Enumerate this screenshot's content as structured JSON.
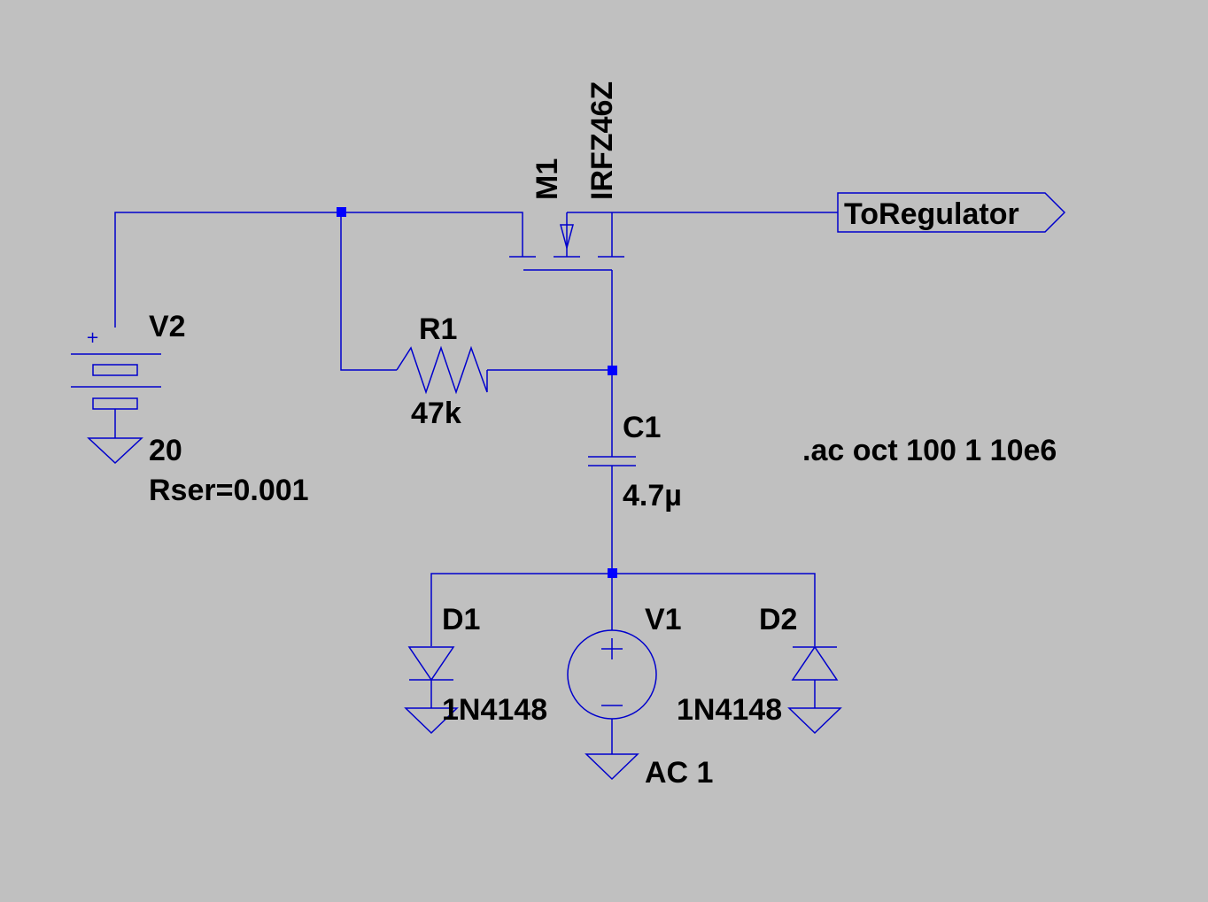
{
  "schematic": {
    "v2": {
      "name": "V2",
      "value": "20",
      "rser": "Rser=0.001"
    },
    "r1": {
      "name": "R1",
      "value": "47k"
    },
    "m1": {
      "name": "M1",
      "model": "IRFZ46Z"
    },
    "c1": {
      "name": "C1",
      "value": "4.7µ"
    },
    "d1": {
      "name": "D1",
      "model": "1N4148"
    },
    "d2": {
      "name": "D2",
      "model": "1N4148"
    },
    "v1": {
      "name": "V1",
      "value": "AC 1"
    },
    "net_label": "ToRegulator",
    "directive": ".ac oct 100 1 10e6",
    "battery_plus": "+",
    "source_plus": "+",
    "source_minus": "−",
    "colors": {
      "background": "#c0c0c0",
      "wire": "#0000cc",
      "junction": "#0000ff",
      "text": "#000000"
    }
  }
}
